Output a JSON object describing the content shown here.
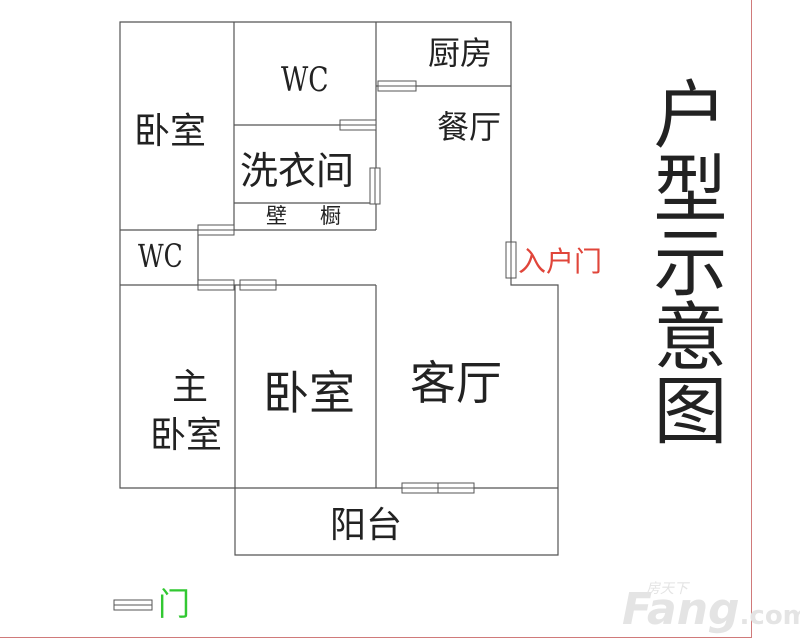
{
  "title": "户型示意图",
  "rooms": {
    "bedroom_top": "卧室",
    "wc_top": "WC",
    "kitchen": "厨房",
    "dining": "餐厅",
    "laundry": "洗衣间",
    "closet_left": "壁",
    "closet_right": "橱",
    "wc_small": "WC",
    "master_line1": "主",
    "master_line2": "卧室",
    "bedroom_mid": "卧室",
    "living": "客厅",
    "balcony": "阳台"
  },
  "entrance_label": "入户门",
  "legend": {
    "door_label": "门"
  },
  "watermark": {
    "brand": "Fang",
    "domain": ".com",
    "cn": "房天下"
  },
  "colors": {
    "wall": "#555555",
    "entrance_text": "#e0453a",
    "legend_text": "#32c832",
    "frame": "#d07a7a"
  }
}
